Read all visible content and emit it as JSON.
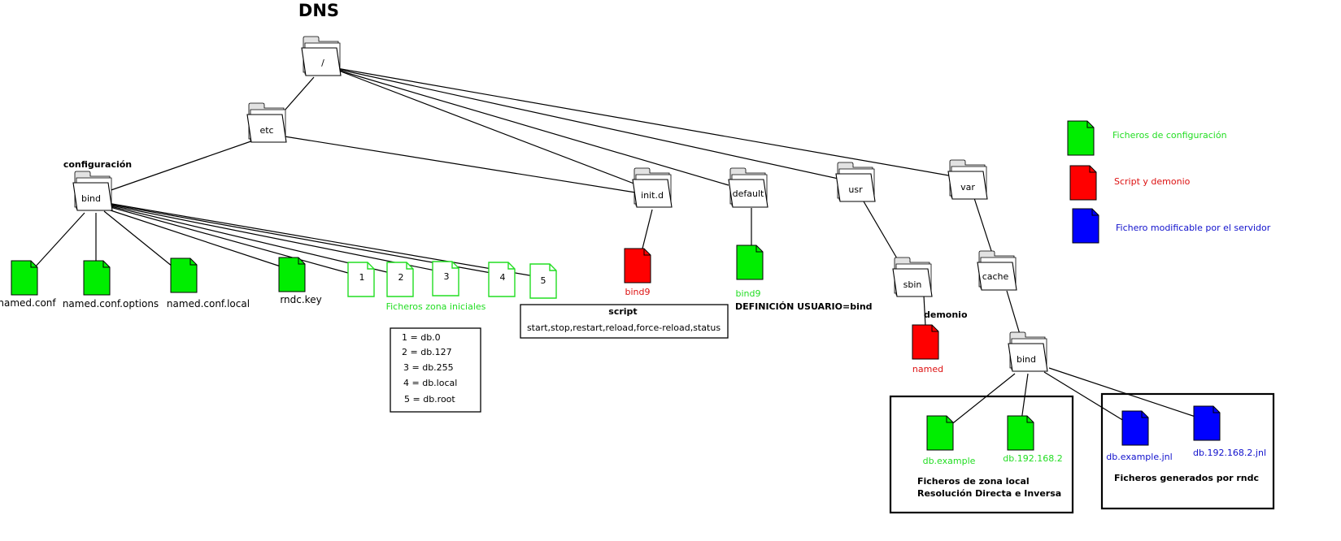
{
  "title": "DNS",
  "folders": {
    "root": "/",
    "etc": "etc",
    "bind": "bind",
    "initd": "init.d",
    "default": "default",
    "usr": "usr",
    "var": "var",
    "sbin": "sbin",
    "cache": "cache",
    "cache_bind": "bind"
  },
  "labels": {
    "configuracion": "configuración",
    "ficheros_zona_iniciales": "Ficheros zona iniciales",
    "script_title": "script",
    "script_actions": "start,stop,restart,reload,force-reload,status",
    "definicion_usuario": "DEFINICIÓN USUARIO=bind",
    "demonio": "demonio",
    "zona_local_line1": "Ficheros de zona local",
    "zona_local_line2": "Resolución Directa  e Inversa",
    "generados_rndc": "Ficheros generados por rndc"
  },
  "files": {
    "named_conf": "named.conf",
    "named_conf_options": "named.conf.options",
    "named_conf_local": "named.conf.local",
    "rndc_key": "rndc.key",
    "initd_bind9": "bind9",
    "default_bind9": "bind9",
    "named": "named",
    "db_example": "db.example",
    "db_192": "db.192.168.2",
    "db_example_jnl": "db.example.jnl",
    "db_192_jnl": "db.192.168.2.jnl"
  },
  "zone_files": [
    "1",
    "2",
    "3",
    "4",
    "5"
  ],
  "zone_map": [
    "1 = db.0",
    "2 = db.127",
    "3 = db.255",
    "4 = db.local",
    "5 = db.root"
  ],
  "legend": {
    "config": "Ficheros de configuración",
    "script": "Script y demonio",
    "server": "Fichero modificable por el servidor"
  },
  "colors": {
    "config": "#00ee00",
    "script": "#ff0000",
    "server": "#0000ff",
    "text_green": "#22dd22",
    "text_red": "#dd1111",
    "text_blue": "#1111cc"
  }
}
